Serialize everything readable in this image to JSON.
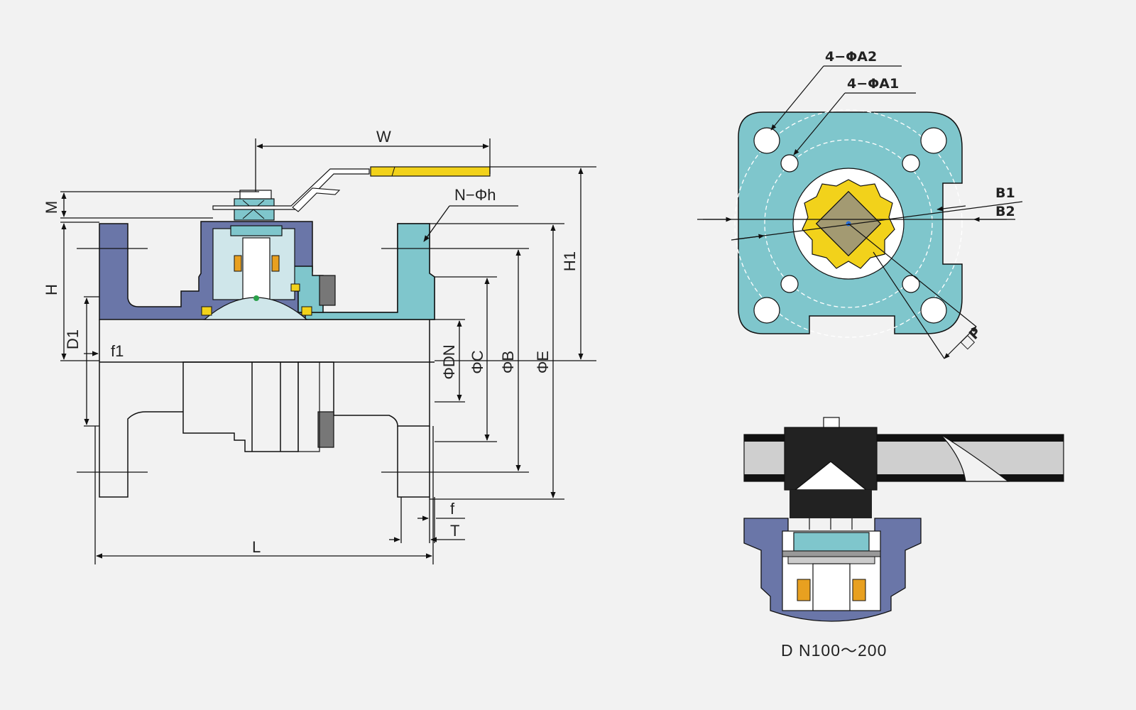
{
  "labels": {
    "W": "W",
    "M": "M",
    "H": "H",
    "H1": "H1",
    "N_h": "N−Φh",
    "D1": "D1",
    "f1": "f1",
    "DN": "ΦDN",
    "C": "ΦC",
    "B": "ΦB",
    "E": "ΦE",
    "f": "f",
    "T": "T",
    "L": "L",
    "A2": "4−ΦA2",
    "A1": "4−ΦA1",
    "B1": "B1",
    "B2": "B2",
    "P": "□P"
  },
  "caption": "D N100～200",
  "colors": {
    "body_blue": "#6a76a8",
    "flange_teal": "#7fc6cc",
    "handle_yellow": "#f2d21b",
    "seal_orange": "#e8a020",
    "ball_light": "#cfe6ea",
    "line": "#111111",
    "background": "#f2f2f2"
  }
}
